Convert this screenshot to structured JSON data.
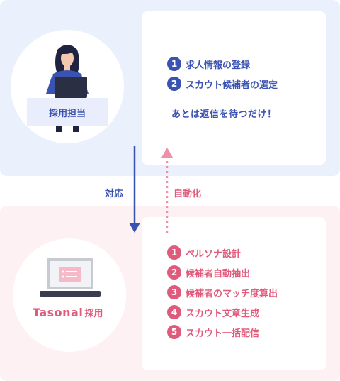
{
  "recruiter": {
    "label": "採用担当",
    "steps": [
      {
        "num": "1",
        "text": "求人情報の登録"
      },
      {
        "num": "2",
        "text": "スカウト候補者の選定"
      }
    ],
    "message": "あとは返信を待つだけ！"
  },
  "flow": {
    "down_label": "対応",
    "up_label": "自動化"
  },
  "tasonal": {
    "brand": "Tasonal",
    "brand_suffix": "採用",
    "steps": [
      {
        "num": "1",
        "text": "ペルソナ設計"
      },
      {
        "num": "2",
        "text": "候補者自動抽出"
      },
      {
        "num": "3",
        "text": "候補者のマッチ度算出"
      },
      {
        "num": "4",
        "text": "スカウト文章生成"
      },
      {
        "num": "5",
        "text": "スカウト一括配信"
      }
    ]
  },
  "colors": {
    "blue": "#3b53b0",
    "pink": "#e05a7c",
    "top_bg": "#ebf0fd",
    "bottom_bg": "#fdf1f4"
  }
}
